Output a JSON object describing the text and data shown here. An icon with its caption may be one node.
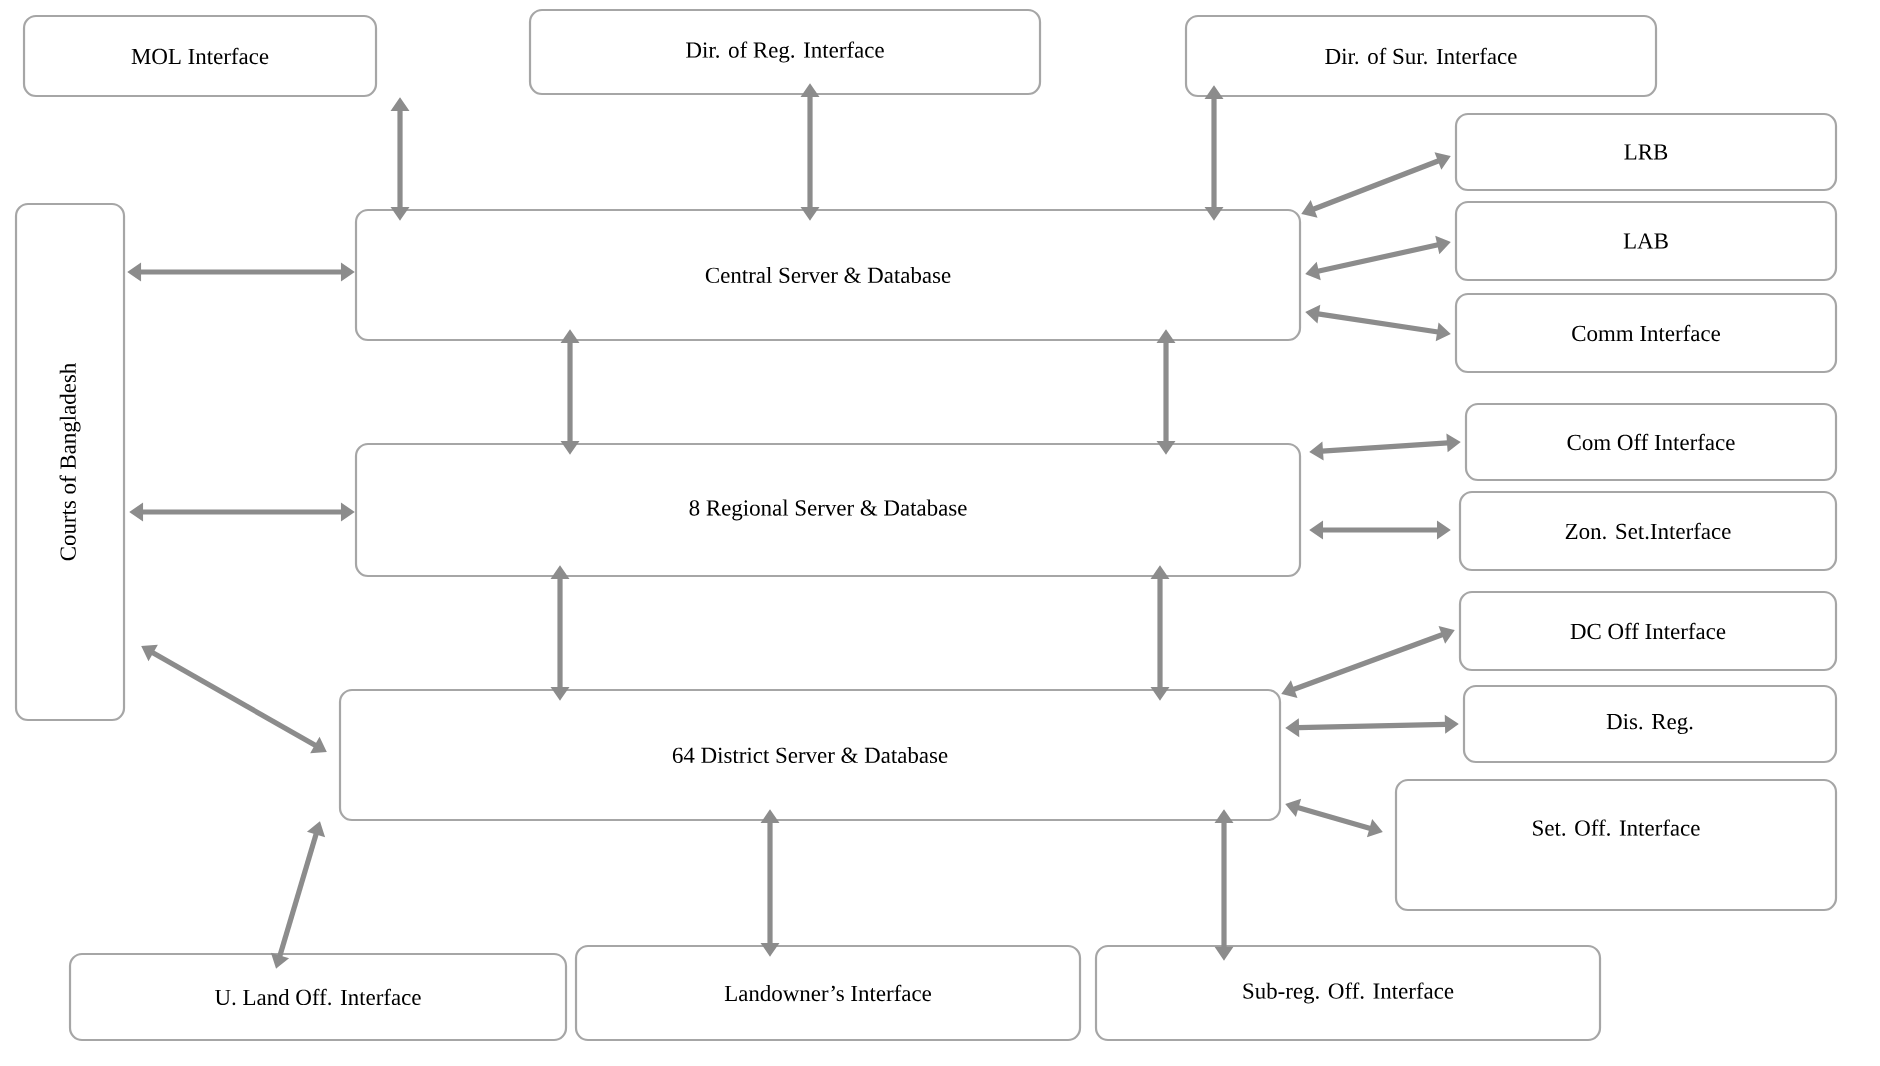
{
  "diagram": {
    "nodes": [
      {
        "text": [
          "MOL Interface"
        ]
      },
      {
        "text": [
          "Dir. of Reg. Interface"
        ]
      },
      {
        "text": [
          "Dir. of Sur. Interface"
        ]
      },
      {
        "text": [
          "LRB"
        ]
      },
      {
        "text": [
          "Central Server & Database"
        ]
      },
      {
        "text": [
          "LAB"
        ]
      },
      {
        "text": [
          "Comm Interface"
        ]
      },
      {
        "text": [
          "Courts of Bangladesh"
        ]
      },
      {
        "text": [
          "Com Off Interface"
        ]
      },
      {
        "text": [
          "8 Regional Server & Database"
        ]
      },
      {
        "text": [
          "Zon. Set.Interface"
        ]
      },
      {
        "text": [
          "DC Off Interface"
        ]
      },
      {
        "text": [
          "64 District Server & Database"
        ]
      },
      {
        "text": [
          "Dis. Reg."
        ]
      },
      {
        "text": [
          "Set. Off. Interface"
        ]
      },
      {
        "text": [
          "U. Land Off. Interface"
        ]
      },
      {
        "text": [
          "Landowner’s Interface"
        ]
      },
      {
        "text": [
          "Sub-reg. Off. Interface"
        ]
      }
    ],
    "edges": [
      {
        "from": 0,
        "to": 4,
        "arrow": "both"
      },
      {
        "from": 1,
        "to": 4,
        "arrow": "both"
      },
      {
        "from": 2,
        "to": 4,
        "arrow": "both"
      },
      {
        "from": 4,
        "to": 3,
        "arrow": "both"
      },
      {
        "from": 4,
        "to": 5,
        "arrow": "both"
      },
      {
        "from": 4,
        "to": 6,
        "arrow": "both"
      },
      {
        "from": 7,
        "to": 4,
        "arrow": "both"
      },
      {
        "from": 4,
        "to": 9,
        "arrow": "both"
      },
      {
        "from": 4,
        "to": 9,
        "arrow": "both"
      },
      {
        "from": 9,
        "to": 8,
        "arrow": "both"
      },
      {
        "from": 9,
        "to": 10,
        "arrow": "both"
      },
      {
        "from": 7,
        "to": 9,
        "arrow": "both"
      },
      {
        "from": 9,
        "to": 12,
        "arrow": "both"
      },
      {
        "from": 9,
        "to": 12,
        "arrow": "both"
      },
      {
        "from": 12,
        "to": 11,
        "arrow": "both"
      },
      {
        "from": 12,
        "to": 13,
        "arrow": "both"
      },
      {
        "from": 12,
        "to": 14,
        "arrow": "both"
      },
      {
        "from": 7,
        "to": 12,
        "arrow": "both"
      },
      {
        "from": 12,
        "to": 15,
        "arrow": "both"
      },
      {
        "from": 12,
        "to": 16,
        "arrow": "both"
      },
      {
        "from": 12,
        "to": 17,
        "arrow": "both"
      }
    ]
  }
}
